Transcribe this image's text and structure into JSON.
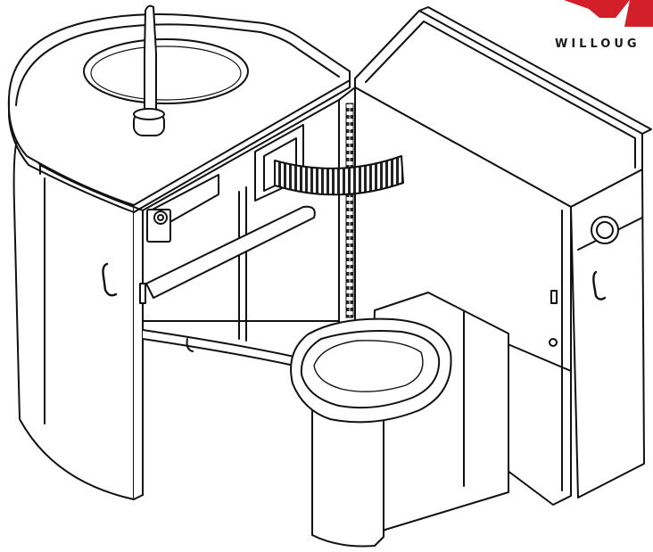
{
  "logo": {
    "text": "WILLOUG",
    "mark_color": "#d31f2a",
    "text_color": "#1b1b1b"
  },
  "illustration": {
    "style": "black line drawing",
    "line_color": "#111111",
    "fill_color": "#ffffff",
    "components": [
      "lavatory-cabinet",
      "toilet-cabinet",
      "faucet",
      "sink-basin",
      "toilet-bowl",
      "paper-holder",
      "grab-bar",
      "back-rest",
      "push-button",
      "door-handle"
    ]
  }
}
